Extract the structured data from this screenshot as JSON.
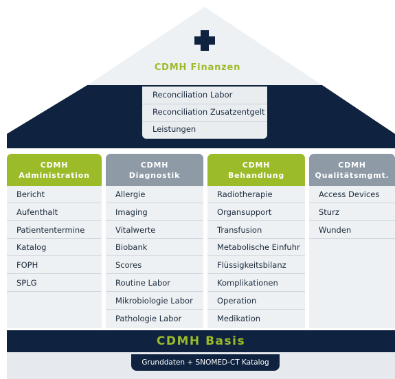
{
  "colors": {
    "navy": "#0f2340",
    "green": "#9bbb29",
    "gray": "#8e9aa6",
    "light": "#eef1f3",
    "roof": "#eef1f4"
  },
  "roof": {
    "icon": "medical-cross-icon",
    "title": "CDMH Finanzen",
    "items": [
      "Reconciliation Labor",
      "Reconciliation Zusatzentgelt",
      "Leistungen"
    ]
  },
  "columns": [
    {
      "title_line1": "CDMH",
      "title_line2": "Administration",
      "color": "green",
      "items": [
        "Bericht",
        "Aufenthalt",
        "Patiententermine",
        "Katalog",
        "FOPH",
        "SPLG"
      ]
    },
    {
      "title_line1": "CDMH",
      "title_line2": "Diagnostik",
      "color": "gray",
      "items": [
        "Allergie",
        "Imaging",
        "Vitalwerte",
        "Biobank",
        "Scores",
        "Routine Labor",
        "Mikrobiologie Labor",
        "Pathologie Labor"
      ]
    },
    {
      "title_line1": "CDMH",
      "title_line2": "Behandlung",
      "color": "green",
      "items": [
        "Radiotherapie",
        "Organsupport",
        "Transfusion",
        "Metabolische Einfuhr",
        "Flüssigkeitsbilanz",
        "Komplikationen",
        "Operation",
        "Medikation"
      ]
    },
    {
      "title_line1": "CDMH",
      "title_line2": "Qualitätsmgmt.",
      "color": "gray",
      "items": [
        "Access Devices",
        "Sturz",
        "Wunden"
      ]
    }
  ],
  "basis": {
    "title": "CDMH Basis",
    "subtitle": "Grunddaten + SNOMED-CT Katalog"
  }
}
